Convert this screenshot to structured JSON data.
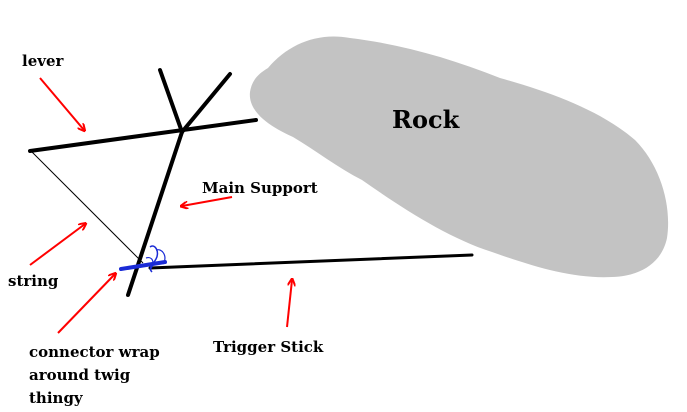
{
  "labels": {
    "lever": "lever",
    "main_support": "Main Support",
    "string": "string",
    "connector_line1": "connector wrap",
    "connector_line2": "around twig",
    "connector_line3": "thingy",
    "trigger_stick": "Trigger Stick",
    "rock": "Rock"
  },
  "colors": {
    "stick": "#000000",
    "arrow": "#ff0000",
    "rock": "#c3c3c3",
    "connector": "#1a2bd6"
  }
}
